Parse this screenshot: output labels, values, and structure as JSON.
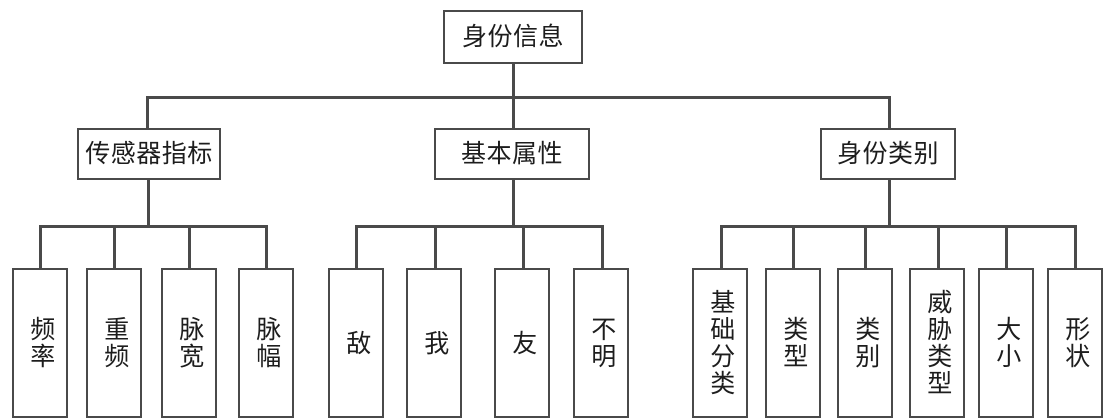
{
  "diagram": {
    "title": "身份信息",
    "type": "tree",
    "orientation": "top-down",
    "colors": {
      "border": "#4a4a4a",
      "text": "#1d1d1d",
      "background": "#ffffff",
      "connector": "#4a4a4a"
    },
    "root": {
      "label": "身份信息"
    },
    "branches": [
      {
        "label": "传感器指标",
        "leaves": [
          {
            "label": "频率"
          },
          {
            "label": "重频"
          },
          {
            "label": "脉宽"
          },
          {
            "label": "脉幅"
          }
        ]
      },
      {
        "label": "基本属性",
        "leaves": [
          {
            "label": "敌"
          },
          {
            "label": "我"
          },
          {
            "label": "友"
          },
          {
            "label": "不明"
          }
        ]
      },
      {
        "label": "身份类别",
        "leaves": [
          {
            "label": "基础分类"
          },
          {
            "label": "类型"
          },
          {
            "label": "类别"
          },
          {
            "label": "威胁类型"
          },
          {
            "label": "大小"
          },
          {
            "label": "形状"
          }
        ]
      }
    ]
  }
}
